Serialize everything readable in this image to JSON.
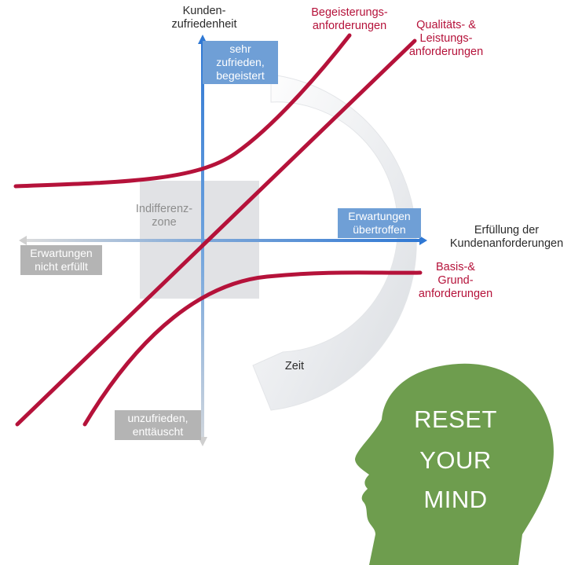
{
  "axes": {
    "y_label_line1": "Kunden-",
    "y_label_line2": "zufriedenheit",
    "x_label_line1": "Erfüllung der",
    "x_label_line2": "Kundenanforderungen"
  },
  "boxes": {
    "top_line1": "sehr zufrieden,",
    "top_line2": "begeistert",
    "right_line1": "Erwartungen",
    "right_line2": "übertroffen",
    "left_line1": "Erwartungen",
    "left_line2": "nicht erfüllt",
    "bottom_line1": "unzufrieden,",
    "bottom_line2": "enttäuscht"
  },
  "curves": {
    "begeisterung_line1": "Begeisterungs-",
    "begeisterung_line2": "anforderungen",
    "qualitaet_line1": "Qualitäts- &",
    "qualitaet_line2": "Leistungs-",
    "qualitaet_line3": "anforderungen",
    "basis_line1": "Basis-&",
    "basis_line2": "Grund-",
    "basis_line3": "anforderungen"
  },
  "zone": {
    "line1": "Indifferenz-",
    "line2": "zone"
  },
  "time_label": "Zeit",
  "head": {
    "line1": "RESET",
    "line2": "YOUR",
    "line3": "MIND"
  },
  "colors": {
    "curve": "#b5123a",
    "axis_blue": "#3a7fd0",
    "axis_grey": "#b8b8b8",
    "head": "#6e9d4e"
  }
}
